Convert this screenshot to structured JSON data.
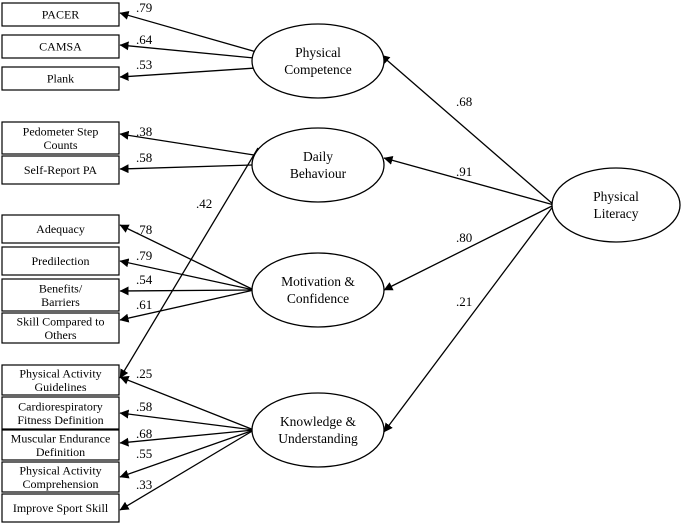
{
  "indicators": [
    {
      "id": "pacer",
      "lines": [
        "PACER"
      ]
    },
    {
      "id": "camsa",
      "lines": [
        "CAMSA"
      ]
    },
    {
      "id": "plank",
      "lines": [
        "Plank"
      ]
    },
    {
      "id": "pedometer",
      "lines": [
        "Pedometer Step",
        "Counts"
      ]
    },
    {
      "id": "selfreport",
      "lines": [
        "Self-Report PA"
      ]
    },
    {
      "id": "adequacy",
      "lines": [
        "Adequacy"
      ]
    },
    {
      "id": "predilection",
      "lines": [
        "Predilection"
      ]
    },
    {
      "id": "benefits",
      "lines": [
        "Benefits/",
        "Barriers"
      ]
    },
    {
      "id": "skillcompared",
      "lines": [
        "Skill Compared to",
        "Others"
      ]
    },
    {
      "id": "paguidelines",
      "lines": [
        "Physical Activity",
        "Guidelines"
      ]
    },
    {
      "id": "cardio",
      "lines": [
        "Cardiorespiratory",
        "Fitness Definition"
      ]
    },
    {
      "id": "muscular",
      "lines": [
        "Muscular Endurance",
        "Definition"
      ]
    },
    {
      "id": "pacomprehension",
      "lines": [
        "Physical Activity",
        "Comprehension"
      ]
    },
    {
      "id": "sportskill",
      "lines": [
        "Improve Sport Skill"
      ]
    }
  ],
  "factors": [
    {
      "id": "competence",
      "lines": [
        "Physical",
        "Competence"
      ]
    },
    {
      "id": "behaviour",
      "lines": [
        "Daily",
        "Behaviour"
      ]
    },
    {
      "id": "motivation",
      "lines": [
        "Motivation &",
        "Confidence"
      ]
    },
    {
      "id": "knowledge",
      "lines": [
        "Knowledge &",
        "Understanding"
      ]
    }
  ],
  "higher_order": {
    "id": "literacy",
    "lines": [
      "Physical",
      "Literacy"
    ]
  },
  "loadings": [
    {
      "from": "competence",
      "to": "pacer",
      "label": ".79"
    },
    {
      "from": "competence",
      "to": "camsa",
      "label": ".64"
    },
    {
      "from": "competence",
      "to": "plank",
      "label": ".53"
    },
    {
      "from": "behaviour",
      "to": "pedometer",
      "label": ".38"
    },
    {
      "from": "behaviour",
      "to": "selfreport",
      "label": ".58"
    },
    {
      "from": "behaviour",
      "to": "paguidelines",
      "label": ".42"
    },
    {
      "from": "motivation",
      "to": "adequacy",
      "label": ".78"
    },
    {
      "from": "motivation",
      "to": "predilection",
      "label": ".79"
    },
    {
      "from": "motivation",
      "to": "benefits",
      "label": ".54"
    },
    {
      "from": "motivation",
      "to": "skillcompared",
      "label": ".61"
    },
    {
      "from": "knowledge",
      "to": "paguidelines",
      "label": ".25"
    },
    {
      "from": "knowledge",
      "to": "cardio",
      "label": ".58"
    },
    {
      "from": "knowledge",
      "to": "muscular",
      "label": ".68"
    },
    {
      "from": "knowledge",
      "to": "pacomprehension",
      "label": ".55"
    },
    {
      "from": "knowledge",
      "to": "sportskill",
      "label": ".33"
    },
    {
      "from": "literacy",
      "to": "competence",
      "label": ".68"
    },
    {
      "from": "literacy",
      "to": "behaviour",
      "label": ".91"
    },
    {
      "from": "literacy",
      "to": "motivation",
      "label": ".80"
    },
    {
      "from": "literacy",
      "to": "knowledge",
      "label": ".21"
    }
  ]
}
